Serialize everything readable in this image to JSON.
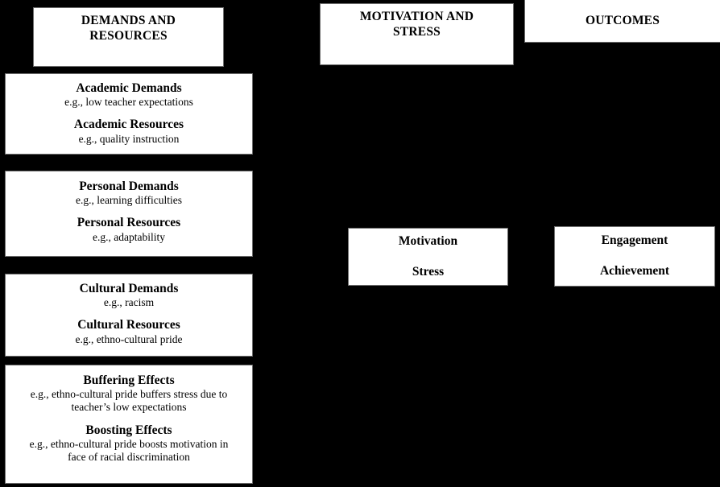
{
  "diagram": {
    "title": "Demands and Resources Framework",
    "background_color": "#000000",
    "box_color": "#ffffff",
    "text_color": "#000000"
  },
  "column_headers": {
    "demands_and_resources": {
      "line1": "DEMANDS AND",
      "line2": "RESOURCES"
    },
    "motivation_and_stress": {
      "line1": "MOTIVATION AND",
      "line2": "STRESS"
    },
    "outcomes": {
      "label": "OUTCOMES"
    }
  },
  "left_column": {
    "academic": {
      "demands_heading": "Academic Demands",
      "demands_example": "e.g., low teacher expectations",
      "resources_heading": "Academic Resources",
      "resources_example": "e.g., quality instruction"
    },
    "personal": {
      "demands_heading": "Personal Demands",
      "demands_example": "e.g., learning difficulties",
      "resources_heading": "Personal Resources",
      "resources_example": "e.g., adaptability"
    },
    "cultural": {
      "demands_heading": "Cultural Demands",
      "demands_example": "e.g., racism",
      "resources_heading": "Cultural Resources",
      "resources_example": "e.g., ethno-cultural pride"
    },
    "effects": {
      "buffering_heading": "Buffering Effects",
      "buffering_example_line1": "e.g., ethno-cultural pride buffers stress due to",
      "buffering_example_line2": "teacher’s low expectations",
      "boosting_heading": "Boosting Effects",
      "boosting_example_line1": "e.g., ethno-cultural pride boosts motivation in",
      "boosting_example_line2": "face of racial discrimination"
    }
  },
  "middle_column": {
    "motivation": "Motivation",
    "stress": "Stress"
  },
  "right_column": {
    "engagement": "Engagement",
    "achievement": "Achievement"
  }
}
